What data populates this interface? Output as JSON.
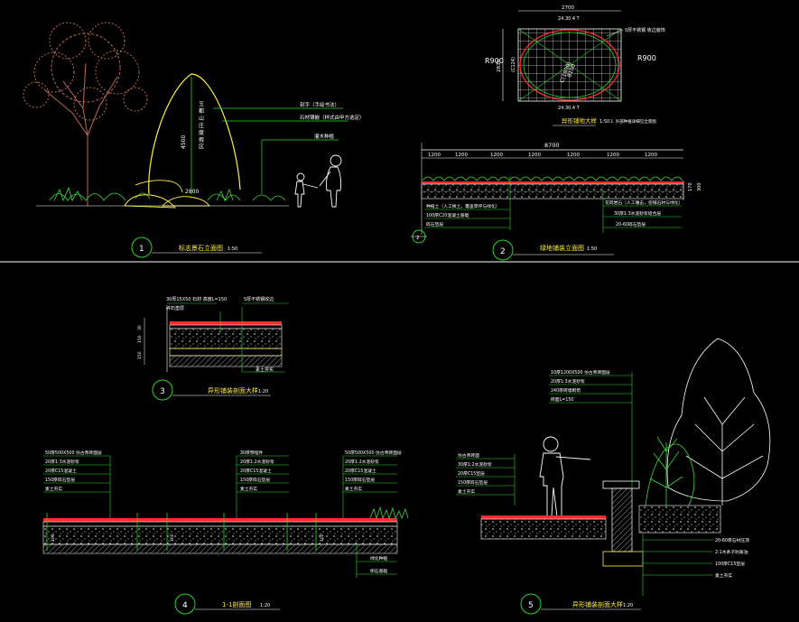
{
  "colors": {
    "background": "#000000",
    "line_white": "#ffffff",
    "line_green": "#2ad52a",
    "line_red": "#ff2a2a",
    "line_yellow": "#ffef40",
    "tree_brown": "#b86a55",
    "foliage_green": "#3cd93c",
    "hatch_grey": "#9a9a9a"
  },
  "divider": {
    "color": "#ffffff"
  },
  "drawings": [
    {
      "id": "1",
      "title": "标志景石立面图",
      "scale": "1:50",
      "dims": [
        "4500",
        "2800"
      ],
      "labels": [
        "刻字（手绘书法）",
        "石材镶嵌（样式由甲方选定）",
        "灌木种植"
      ],
      "stone_text": "玉 都 山 庄 度 假 区"
    },
    {
      "id": "2",
      "title": "绿地铺装立面图",
      "scale": "1:50",
      "dim_total": "8700",
      "dims": [
        "1200",
        "1200",
        "1200",
        "1200",
        "1200",
        "1200",
        "1200"
      ],
      "side_dims": [
        "170",
        "300"
      ],
      "labels_left": [
        "种植土（人工换土，覆盖草坪与绿化）",
        "100厚C20混凝土基础",
        "碎石垫层"
      ],
      "labels_right": [
        "花岗岩石（人工锤击，密铺石材与绿化）",
        "30厚1:3水泥砂浆结合层",
        "20-60碎石垫层"
      ],
      "marker": "2"
    },
    {
      "id": "plan",
      "title": "异形铺地大样",
      "scale": "1:50",
      "note": "2. 外部种植详细见全景图",
      "dims_top": [
        "2700",
        "24.30.4 T"
      ],
      "dims_side": [
        "2830",
        "(C124)"
      ],
      "radii": [
        "R900",
        "R900"
      ],
      "inner": [
        "8100",
        "C(1800)"
      ],
      "label": "5厚不锈钢 收边装饰",
      "bottom_dim": "24.30.4 T"
    },
    {
      "id": "3",
      "title": "异形铺装剖面大样",
      "scale": "1:20",
      "labels": [
        "30厚15X50 石材 高度L=150",
        "5厚不锈钢收边",
        "碎石垫层",
        "素土夯实"
      ],
      "dims": [
        "30",
        "30",
        "150",
        "150"
      ]
    },
    {
      "id": "4",
      "title": "1-1剖面图",
      "scale": "1:20",
      "groups": [
        [
          "50厚500X500 仿古青砖面层",
          "20厚1:3水泥砂浆",
          "20厚C15混凝土",
          "150厚碎石垫层",
          "素土夯实"
        ],
        [
          "30厚预埋件",
          "20厚1:2水泥砂浆",
          "20厚C15混凝土",
          "150厚碎石垫层",
          "素土夯实"
        ],
        [
          "50厚500X500 仿古青砖面层",
          "20厚1:2水泥砂浆",
          "20厚C15混凝土",
          "150厚碎石垫层",
          "素土夯实"
        ]
      ],
      "bottom_labels": [
        "绿化种植",
        "侧石基础"
      ],
      "dims": [
        "30",
        "100",
        "20"
      ]
    },
    {
      "id": "5",
      "title": "异形铺装剖面大样",
      "scale": "1:20",
      "labels_left": [
        "仿古青砖面",
        "30厚1:2水泥砂浆",
        "20厚C15垫层",
        "150厚碎石垫层",
        "素土夯实"
      ],
      "labels_top": [
        "10厚1200X500 仿古青砖面层",
        "20厚1:3水泥砂浆",
        "240厚砖墙砌筑",
        "砖面L=150"
      ],
      "labels_right": [
        "20-60厚石材压顶",
        "2:1木条子防腐油",
        "100厚C15垫层",
        "素土夯实"
      ]
    }
  ]
}
